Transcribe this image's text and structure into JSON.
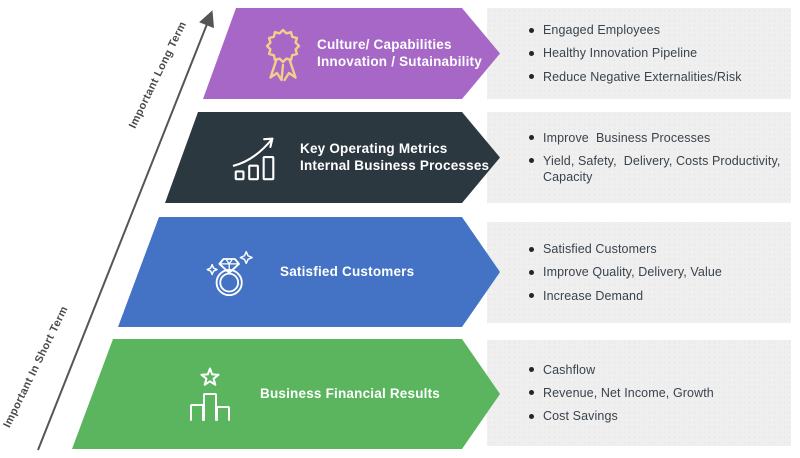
{
  "axis": {
    "long_term_label": "Important Long Term",
    "short_term_label": "Important In Short Term",
    "arrow_color": "#555555"
  },
  "panel_bg": "#efefef",
  "bands": [
    {
      "name": "culture-capabilities",
      "color": "#a667c6",
      "icon": "medal-icon",
      "icon_color": "#f5cd8a",
      "title_lines": [
        "Culture/ Capabilities",
        "Innovation / Sutainability"
      ],
      "bullets": [
        "Engaged Employees",
        "Healthy Innovation Pipeline",
        "Reduce Negative Externalities/Risk"
      ]
    },
    {
      "name": "key-operating-metrics",
      "color": "#2c3840",
      "icon": "growth-chart-icon",
      "icon_color": "#ffffff",
      "title_lines": [
        "Key Operating Metrics",
        "Internal Business Processes"
      ],
      "bullets": [
        "Improve  Business Processes",
        "Yield, Safety,  Delivery, Costs Productivity, Capacity"
      ]
    },
    {
      "name": "satisfied-customers",
      "color": "#4472c4",
      "icon": "diamond-ring-icon",
      "icon_color": "#ffffff",
      "title_lines": [
        "Satisfied Customers"
      ],
      "bullets": [
        "Satisfied Customers",
        "Improve Quality, Delivery, Value",
        "Increase Demand"
      ]
    },
    {
      "name": "business-financial-results",
      "color": "#5bb55e",
      "icon": "podium-star-icon",
      "icon_color": "#ffffff",
      "title_lines": [
        "Business Financial Results"
      ],
      "bullets": [
        "Cashflow",
        "Revenue, Net Income, Growth",
        "Cost Savings"
      ]
    }
  ]
}
